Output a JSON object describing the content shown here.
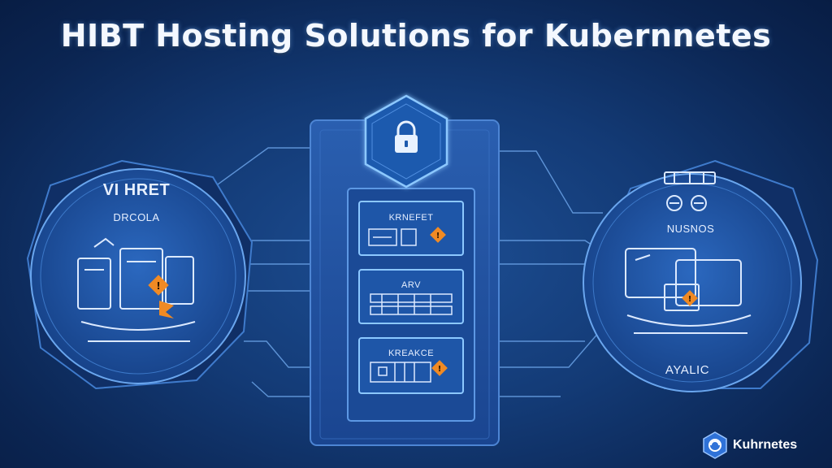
{
  "title": "HIBT Hosting Solutions for Kubernnetes",
  "left_node": {
    "label_top": "VI HRET",
    "label_sub": "DRCOLA"
  },
  "right_node": {
    "label_top": "NUSNOS",
    "label_bottom": "AYALIC"
  },
  "center_panel": {
    "modules": [
      {
        "label": "KRNEFET"
      },
      {
        "label": "ARV"
      },
      {
        "label": "KREAKCE"
      }
    ]
  },
  "badge": {
    "label": "Kuhrnetes"
  },
  "colors": {
    "background": "#133a75",
    "accent": "#8cc8ff",
    "highlight": "#f08a24"
  }
}
